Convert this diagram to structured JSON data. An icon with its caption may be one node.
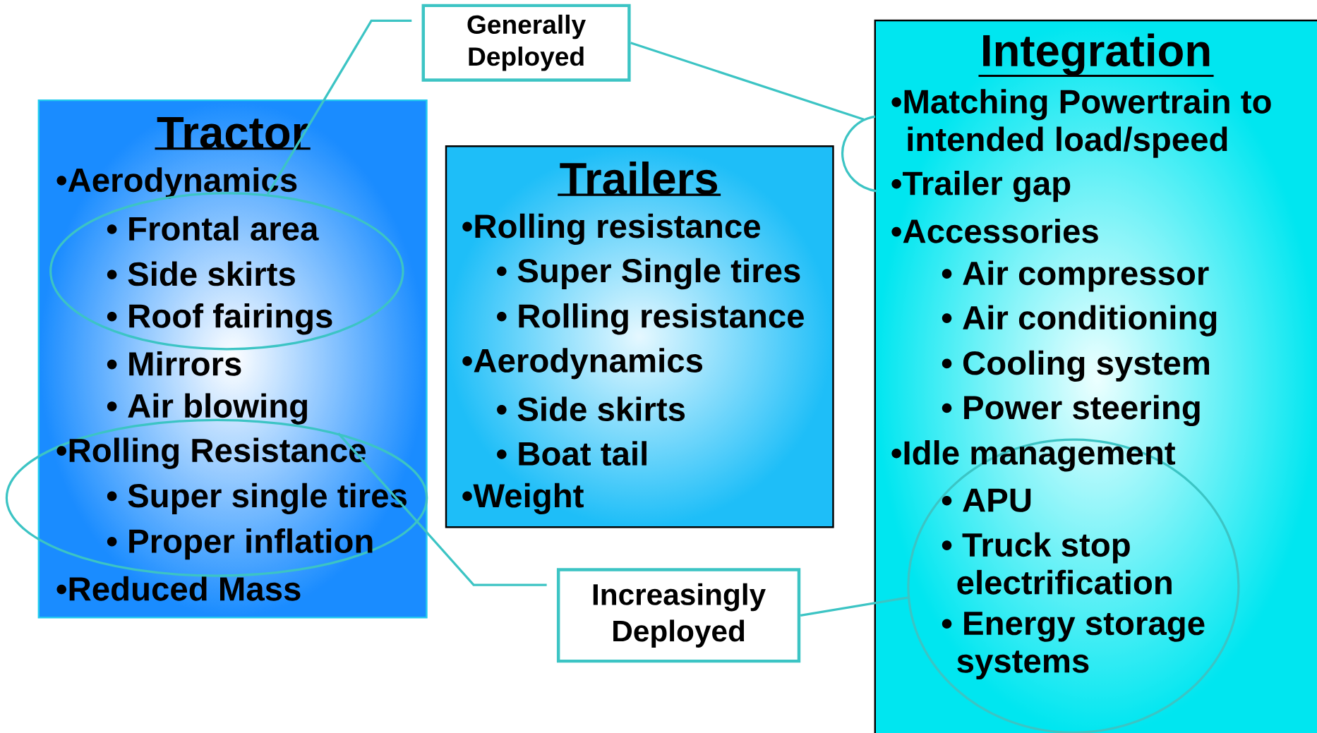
{
  "diagram": {
    "nodes": [
      {
        "text": [
          "Tractor",
          "•Aerodynamics",
          "• Mirrors",
          "• Air blowing",
          "•Reduced Mass"
        ]
      },
      {
        "text": [
          "• Frontal area",
          "• Side skirts",
          "• Roof fairings"
        ],
        "in": 0
      },
      {
        "text": [
          "•Rolling Resistance",
          "• Super single tires",
          "• Proper inflation"
        ]
      },
      {
        "text": [
          "Trailers",
          "•Rolling resistance",
          "• Super Single tires",
          "• Rolling resistance",
          "•Aerodynamics",
          "• Side skirts",
          "• Boat tail",
          "•Weight"
        ]
      },
      {
        "text": [
          "Generally Deployed"
        ]
      },
      {
        "text": [
          "Integration",
          "•Matching Powertrain to intended load/speed",
          "•Trailer gap",
          "•Accessories",
          "• Air compressor",
          "• Air conditioning",
          "• Cooling system",
          "• Power steering"
        ]
      },
      {
        "text": [],
        "shape": "ellipse"
      },
      {
        "text": [
          "•Idle management",
          "• APU",
          "• Truck stop electrification",
          "• Energy storage systems"
        ],
        "in": 5
      },
      {
        "text": [
          "Increasingly Deployed"
        ]
      }
    ],
    "edges": [
      {
        "from": 4,
        "to": 1,
        "arrow": "none"
      },
      {
        "from": 4,
        "to": 6,
        "arrow": "none"
      },
      {
        "from": 8,
        "to": 2,
        "arrow": "none"
      },
      {
        "from": 8,
        "to": 7,
        "arrow": "none"
      }
    ]
  }
}
